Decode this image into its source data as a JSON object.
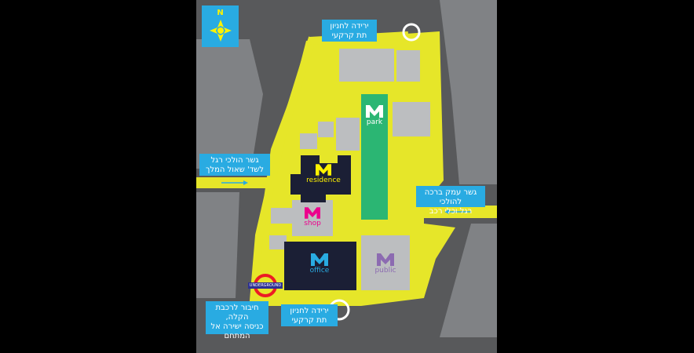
{
  "compass": {
    "letter": "N",
    "icon": "compass-rose-icon"
  },
  "labels": {
    "top_parking": "ירידה לחניון\nתת קרקעי",
    "bottom_parking": "ירידה לחניון\nתת קרקעי",
    "left_bridge": "גשר הולכי רגל\nלשד' שאול המלך",
    "right_bridge": "גשר עמק ברכה להולכי\nרגל וכלי רכב",
    "train": "חיבור לרכבת הקלה,\nכניסה ישירה אל\nהמתחם"
  },
  "buildings": {
    "park": "park",
    "residence": "residence",
    "shop": "shop",
    "office": "office",
    "public": "public"
  },
  "metro_sign": "UNDERGROUND",
  "colors": {
    "road": "#58595b",
    "plaza": "#e6e629",
    "building_gray": "#bcbec0",
    "park_green": "#2bb673",
    "dark_navy": "#1b1f35",
    "label_blue": "#29abe2",
    "shop_pink": "#ec008c",
    "public_purple": "#8c6bb1",
    "logo_yellow": "#fff200",
    "logo_cyan": "#29abe2"
  }
}
